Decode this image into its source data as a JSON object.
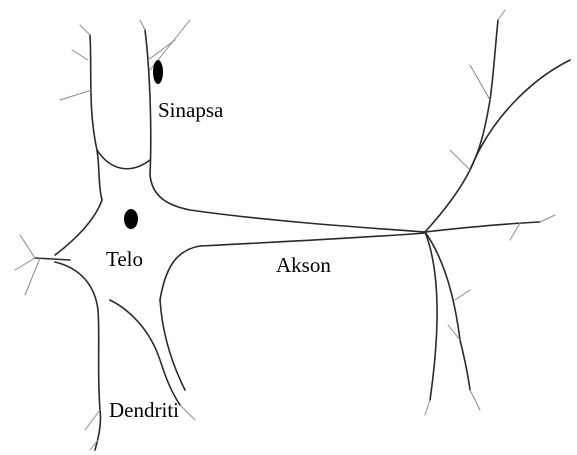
{
  "diagram": {
    "labels": {
      "synapse": "Sinapsa",
      "body": "Telo",
      "axon": "Akson",
      "dendrites": "Dendriti"
    },
    "colors": {
      "background": "#ffffff",
      "line": "#2a2a2a",
      "fill": "#000000"
    }
  }
}
